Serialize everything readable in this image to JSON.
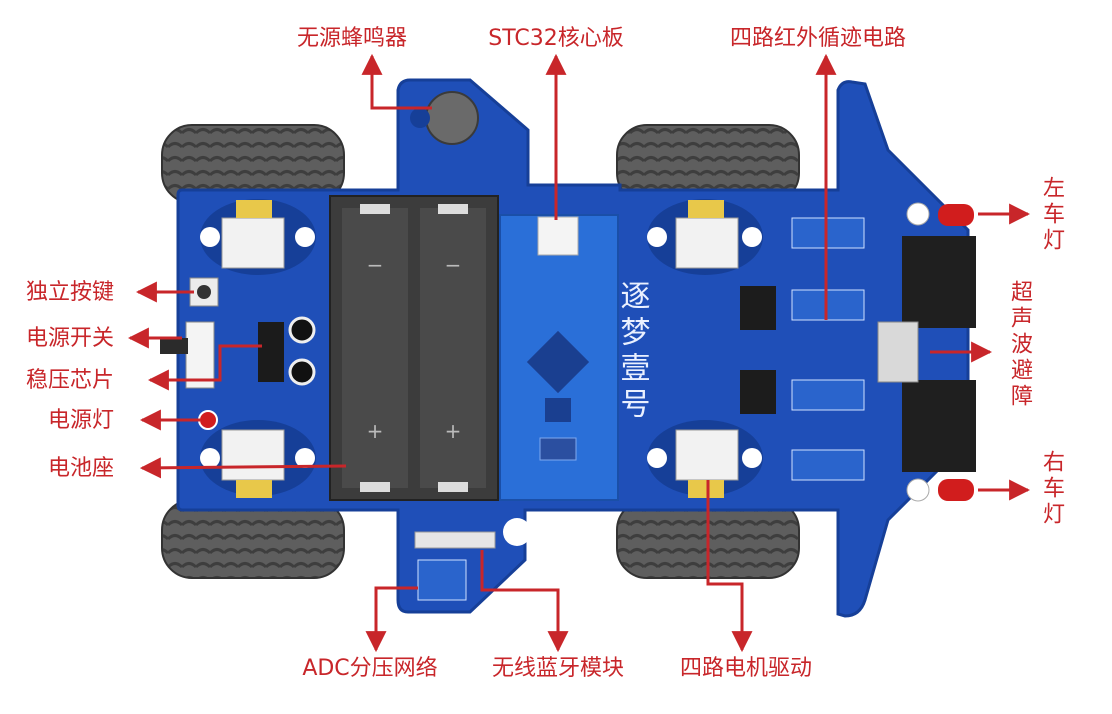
{
  "labels": {
    "buzzer": "无源蜂鸣器",
    "core_board": "STC32核心板",
    "ir_tracking": "四路红外循迹电路",
    "left_light": "左车灯",
    "ultrasonic": "超声波避障",
    "right_light": "右车灯",
    "standalone_key": "独立按键",
    "power_switch": "电源开关",
    "regulator": "稳压芯片",
    "power_led": "电源灯",
    "battery_holder": "电池座",
    "adc_network": "ADC分压网络",
    "bluetooth": "无线蓝牙模块",
    "motor_driver": "四路电机驱动"
  },
  "board_text": "逐梦壹号",
  "colors": {
    "label": "#c8262a",
    "pcb": "#1f4fb8",
    "pcb_dark": "#163f98",
    "tire": "#5a5a5a",
    "battery": "#3c3c3c"
  }
}
